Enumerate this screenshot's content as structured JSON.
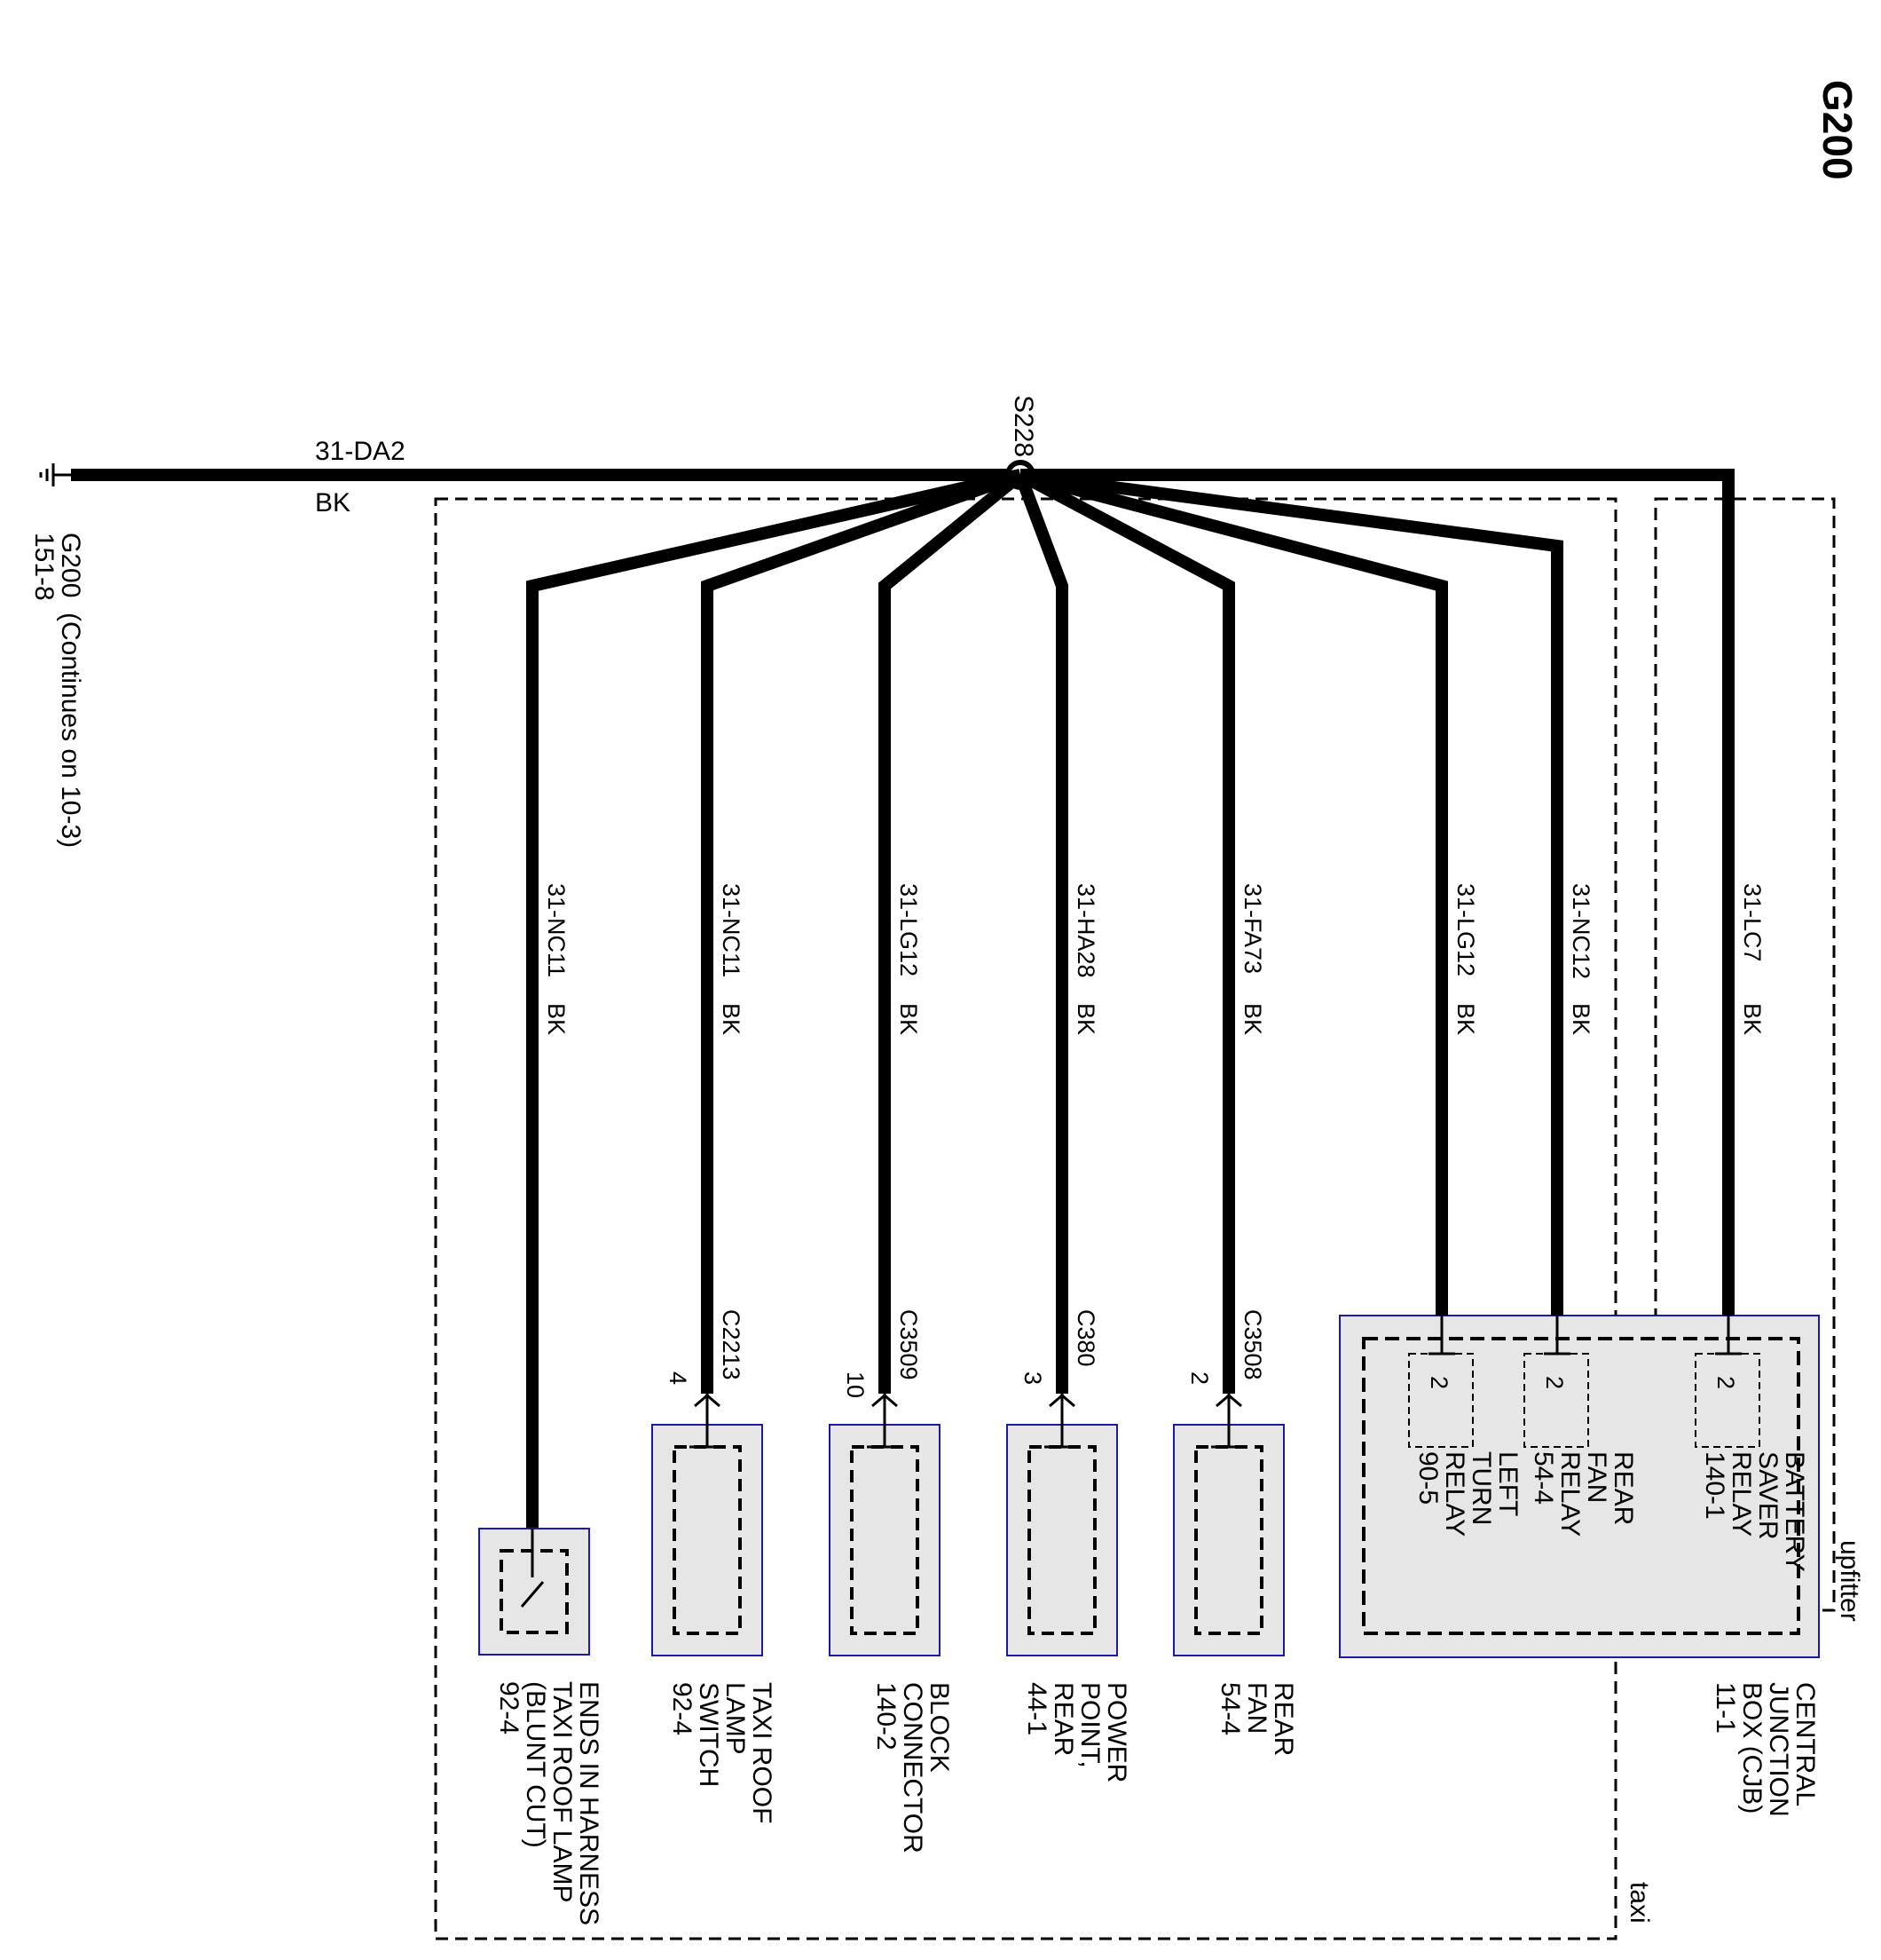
{
  "page_title": "G200",
  "ground": {
    "name": "G200",
    "ref": "151-8",
    "note": "(Continues on 10-3)",
    "wire_id": "31-DA2",
    "wire_color": "BK"
  },
  "splice": {
    "label": "S228"
  },
  "regions": {
    "taxi": "taxi",
    "upfitter": "upfitter"
  },
  "branches": [
    {
      "wire": "31-NC11",
      "color": "BK",
      "connector": "",
      "pin": "",
      "component": [
        "ENDS IN HARNESS",
        "TAXI ROOF LAMP",
        "(BLUNT CUT)",
        "92-4"
      ]
    },
    {
      "wire": "31-NC11",
      "color": "BK",
      "connector": "C2213",
      "pin": "4",
      "component": [
        "TAXI ROOF",
        "LAMP",
        "SWITCH",
        "92-4"
      ]
    },
    {
      "wire": "31-LG12",
      "color": "BK",
      "connector": "C3509",
      "pin": "10",
      "component": [
        "BLOCK",
        "CONNECTOR",
        "140-2"
      ]
    },
    {
      "wire": "31-HA28",
      "color": "BK",
      "connector": "C380",
      "pin": "3",
      "component": [
        "POWER",
        "POINT,",
        "REAR",
        "44-1"
      ]
    },
    {
      "wire": "31-FA73",
      "color": "BK",
      "connector": "C3508",
      "pin": "2",
      "component": [
        "REAR",
        "FAN",
        "54-4"
      ]
    },
    {
      "wire": "31-LG12",
      "color": "BK",
      "connector": "",
      "pin": "2",
      "component": [
        "LEFT",
        "TURN",
        "RELAY",
        "90-5"
      ]
    },
    {
      "wire": "31-NC12",
      "color": "BK",
      "connector": "",
      "pin": "2",
      "component": [
        "REAR",
        "FAN",
        "RELAY",
        "54-4"
      ]
    },
    {
      "wire": "31-LC7",
      "color": "BK",
      "connector": "",
      "pin": "2",
      "component": [
        "BATTERY",
        "SAVER",
        "RELAY",
        "140-1"
      ]
    }
  ],
  "cjb": {
    "label": [
      "CENTRAL",
      "JUNCTION",
      "BOX (CJB)",
      "11-1"
    ]
  },
  "colors": {
    "wire": "#000000",
    "component_fill": "#e6e6e6",
    "component_border": "#1a1aa6"
  }
}
